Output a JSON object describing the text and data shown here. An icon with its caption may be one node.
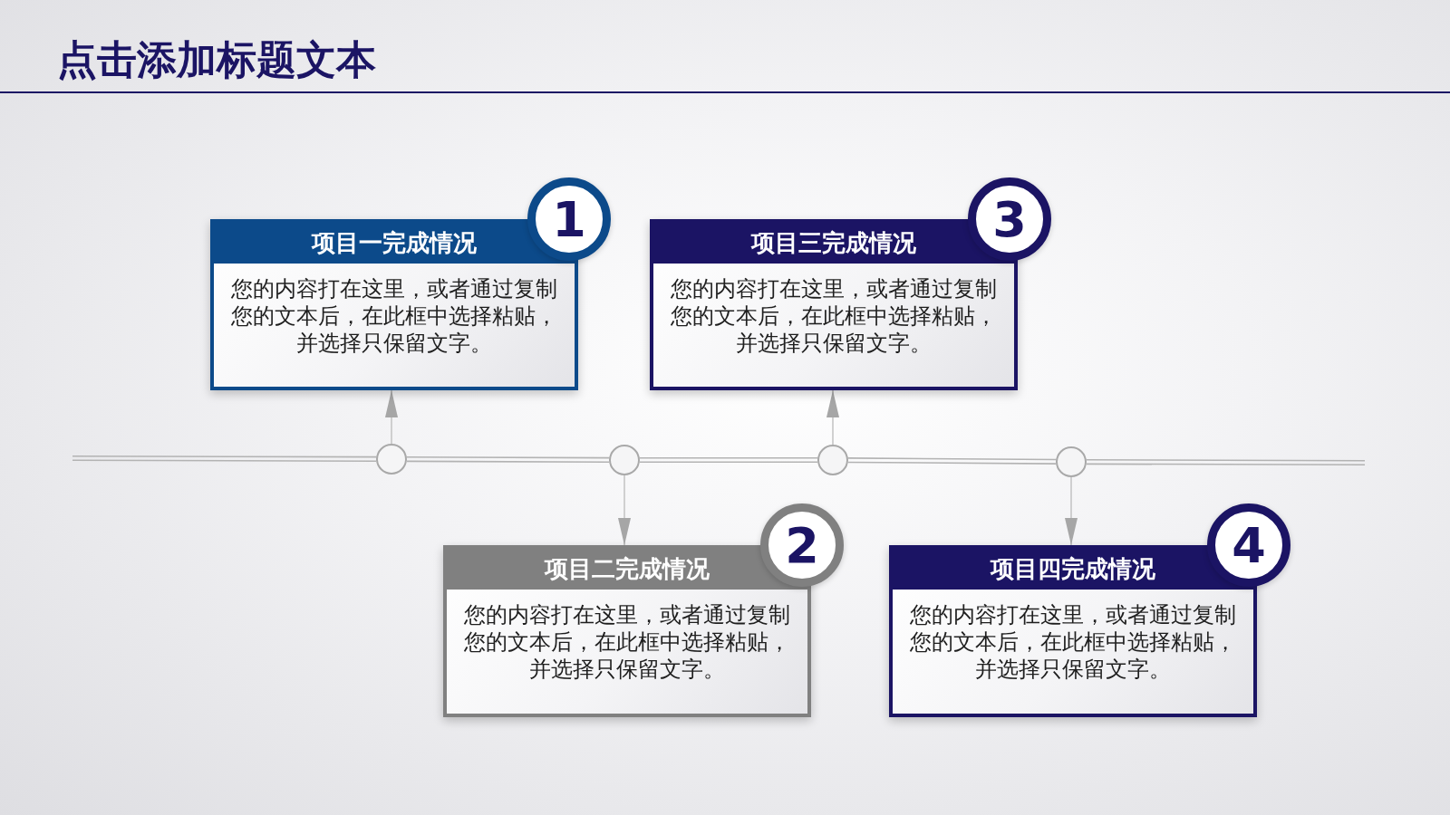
{
  "diagram": {
    "title": "点击添加标题文本",
    "nodes": [
      {
        "text": [
          "项目一完成情况",
          "您的内容打在这里，或者通过复制您的文本后，在此框中选择粘贴，并选择只保留文字。"
        ]
      },
      {
        "text": [
          "1"
        ]
      },
      {
        "text": [
          "项目二完成情况",
          "您的内容打在这里，或者通过复制您的文本后，在此框中选择粘贴，并选择只保留文字。"
        ]
      },
      {
        "text": [
          "2"
        ]
      },
      {
        "text": [
          "项目三完成情况",
          "您的内容打在这里，或者通过复制您的文本后，在此框中选择粘贴，并选择只保留文字。"
        ]
      },
      {
        "text": [
          "3"
        ]
      },
      {
        "text": [
          "项目四完成情况",
          "您的内容打在这里，或者通过复制您的文本后，在此框中选择粘贴，并选择只保留文字。"
        ]
      },
      {
        "text": [
          "4"
        ]
      },
      {
        "text": [],
        "shape": "circle"
      },
      {
        "text": [],
        "shape": "circle"
      },
      {
        "text": [],
        "shape": "circle"
      },
      {
        "text": [],
        "shape": "circle"
      }
    ],
    "edges": [
      {
        "from": null,
        "to": 8,
        "arrow": "none"
      },
      {
        "from": 8,
        "to": 9,
        "arrow": "none"
      },
      {
        "from": 9,
        "to": 10,
        "arrow": "none"
      },
      {
        "from": 10,
        "to": 11,
        "arrow": "none"
      },
      {
        "from": 11,
        "to": null,
        "arrow": "none"
      },
      {
        "from": 8,
        "to": 0,
        "arrow": "to"
      },
      {
        "from": 9,
        "to": 2,
        "arrow": "to"
      },
      {
        "from": 10,
        "to": 4,
        "arrow": "to"
      },
      {
        "from": 11,
        "to": 6,
        "arrow": "to"
      }
    ]
  }
}
